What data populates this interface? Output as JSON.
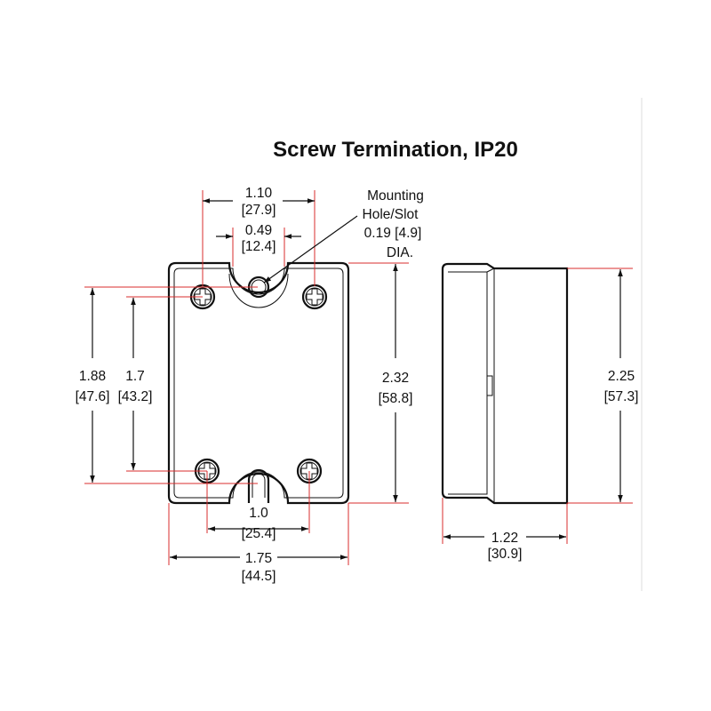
{
  "title": "Screw Termination,  IP20",
  "mounting_note": [
    "Mounting",
    "Hole/Slot",
    "0.19 [4.9]",
    "DIA."
  ],
  "dimensions": {
    "top_hole_span": {
      "value": "1.10",
      "metric": "[27.9]"
    },
    "slot_width": {
      "value": "0.49",
      "metric": "[12.4]"
    },
    "left_outer_height": {
      "value": "1.88",
      "metric": "[47.6]"
    },
    "left_inner_height": {
      "value": "1.7",
      "metric": "[43.2]"
    },
    "body_height": {
      "value": "2.32",
      "metric": "[58.8]"
    },
    "side_height": {
      "value": "2.25",
      "metric": "[57.3]"
    },
    "bottom_hole_span": {
      "value": "1.0",
      "metric": "[25.4]"
    },
    "overall_width": {
      "value": "1.75",
      "metric": "[44.5]"
    },
    "side_depth": {
      "value": "1.22",
      "metric": "[30.9]"
    }
  },
  "colors": {
    "extension_lines": "#d82c2c",
    "outline": "#111111"
  }
}
